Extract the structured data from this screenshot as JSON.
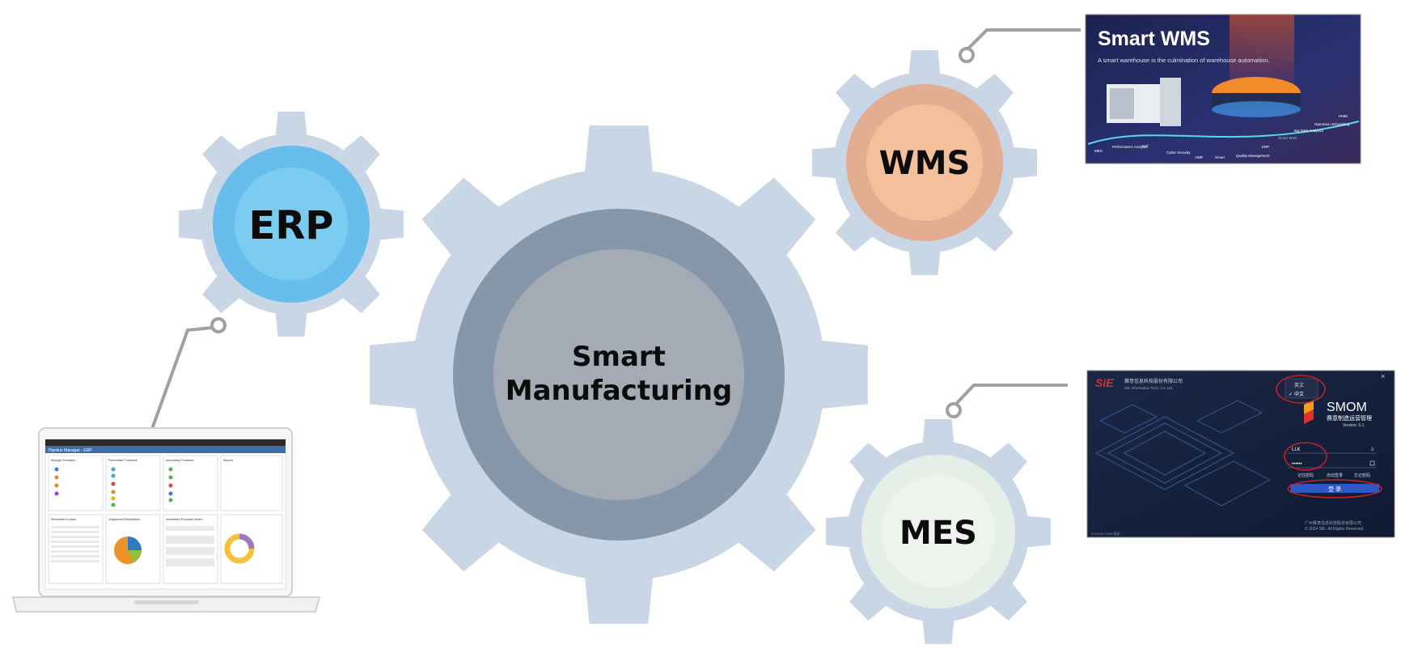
{
  "center": {
    "line1": "Smart",
    "line2": "Manufacturing"
  },
  "erp": {
    "label": "ERP"
  },
  "wms": {
    "label": "WMS"
  },
  "mes": {
    "label": "MES"
  },
  "erp_screen": {
    "app_title": "Pipeline Manager - ERP",
    "tiles": [
      "Manage Processes",
      "Personalize Processes",
      "Accounting Processes",
      "Reports"
    ],
    "bottom_tiles": [
      "Receivable Invoices",
      "Unapproved Requisitions",
      "Unreleased Purchase Orders"
    ]
  },
  "wms_card": {
    "title": "Smart WMS",
    "subtitle": "A smart warehouse is the culmination of warehouse automation.",
    "features": [
      "MES",
      "Performance Analysis",
      "IIoT",
      "Cyber Security",
      "AMR",
      "Smart",
      "Quality Management",
      "ERP",
      "Smart Work",
      "Big Data Analytics",
      "Operation Scheduling",
      "HMM"
    ]
  },
  "mes_card": {
    "company_logo": "SiE",
    "company_name": "赛意信息科技股份有限公司",
    "company_name_en": "SIE Information Tech. Co.,Ltd",
    "lang_options": [
      "英文",
      "中文"
    ],
    "product_logo": "SMOM",
    "product_name": "赛意制造运营管理",
    "version": "Version: 5.1",
    "username": "LLK",
    "password_mask": "••••••",
    "remember": "记住密码",
    "auto_login": "自动登录",
    "forgot": "忘记密码",
    "login_button": "登 录",
    "copyright_cn": "广州赛意信息科技股份有限公司",
    "copyright_en": "© 2024 SIE. All Rights Reserved.",
    "footer_left": "ZG20240 1080 版本"
  },
  "colors": {
    "gear_fill": "#c9d6e6",
    "center_outer": "#8797ab",
    "center_inner": "#a4abb4",
    "erp_outer": "#67bdec",
    "erp_inner": "#7ccbf1",
    "wms_outer": "#e2ad91",
    "wms_inner": "#f4bf9b",
    "mes_outer": "#e6eee8",
    "mes_inner": "#eef3ee",
    "connector": "#a0a0a0",
    "wms_bg": "#1b2250",
    "mes_bg": "#16223f",
    "mes_button": "#2e58c6",
    "callout_red": "#cc2222"
  }
}
